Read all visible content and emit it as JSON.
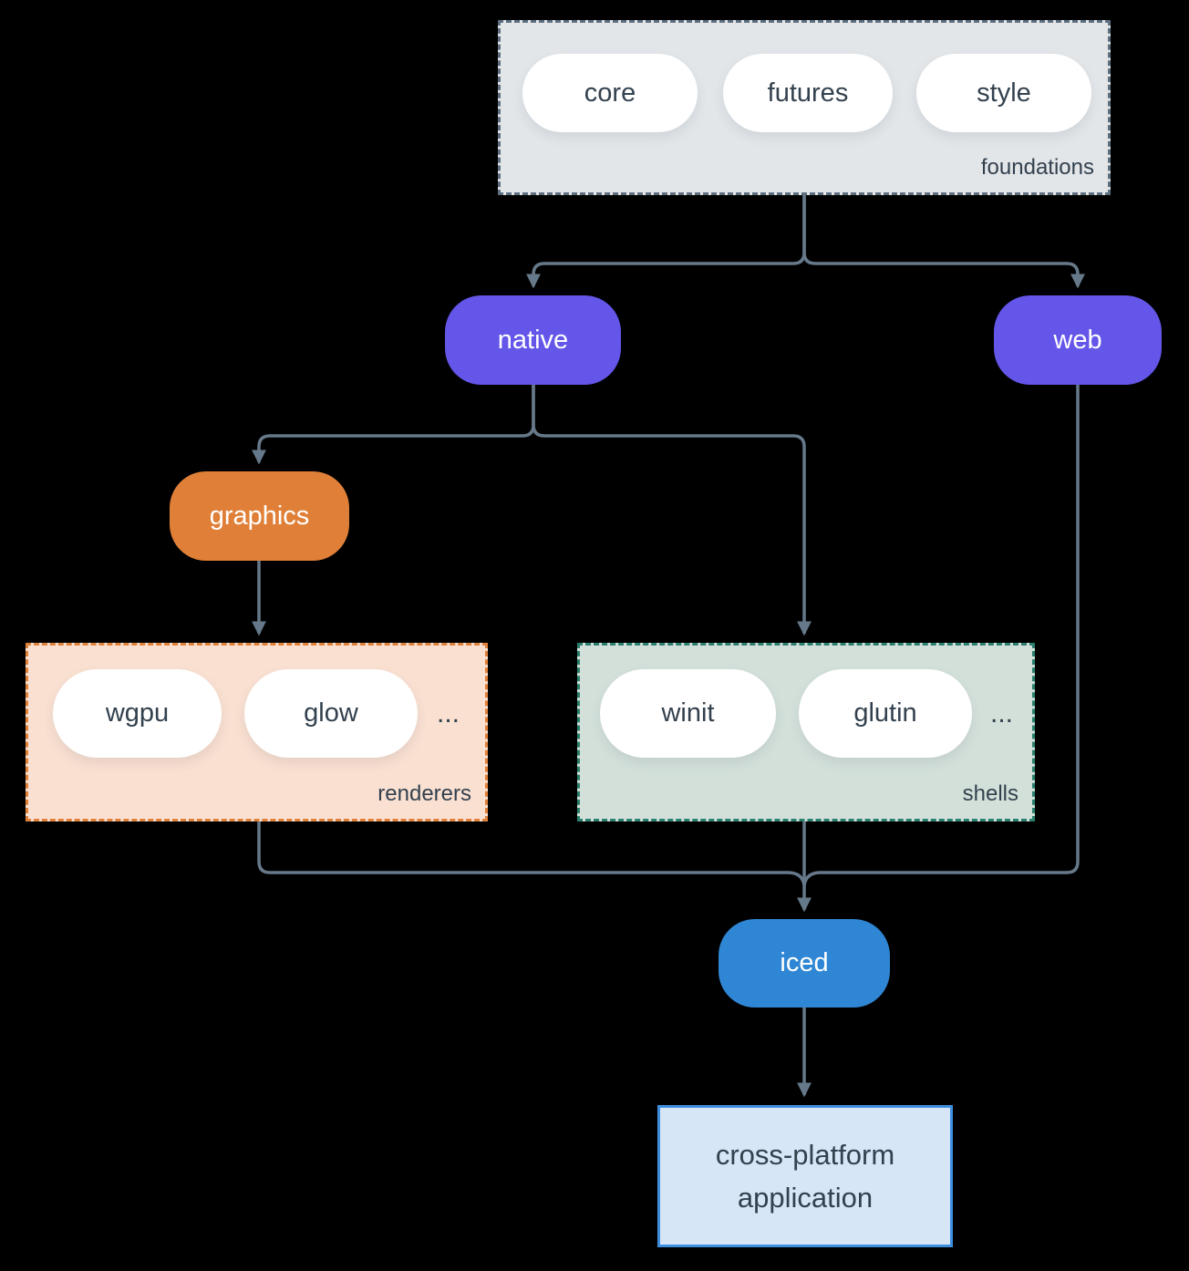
{
  "colors": {
    "background": "#000000",
    "connector": "#66798a",
    "text_dark": "#33414e",
    "node_purple": "#6456e8",
    "node_orange": "#e08038",
    "node_blue": "#2f86d4",
    "foundations_fill": "#e2e6e9",
    "foundations_border": "#5d6f7e",
    "renderers_fill": "#f9e0d1",
    "renderers_border": "#e0813a",
    "shells_fill": "#d3e0da",
    "shells_border": "#2b7f6d",
    "application_fill": "#d6e6f7",
    "application_border": "#3e8ee0"
  },
  "groups": {
    "foundations": {
      "label": "foundations",
      "pills": [
        "core",
        "futures",
        "style"
      ]
    },
    "renderers": {
      "label": "renderers",
      "pills": [
        "wgpu",
        "glow"
      ],
      "ellipsis": "..."
    },
    "shells": {
      "label": "shells",
      "pills": [
        "winit",
        "glutin"
      ],
      "ellipsis": "..."
    }
  },
  "nodes": {
    "native": {
      "label": "native"
    },
    "web": {
      "label": "web"
    },
    "graphics": {
      "label": "graphics"
    },
    "iced": {
      "label": "iced"
    },
    "application": {
      "line1": "cross-platform",
      "line2": "application"
    }
  }
}
